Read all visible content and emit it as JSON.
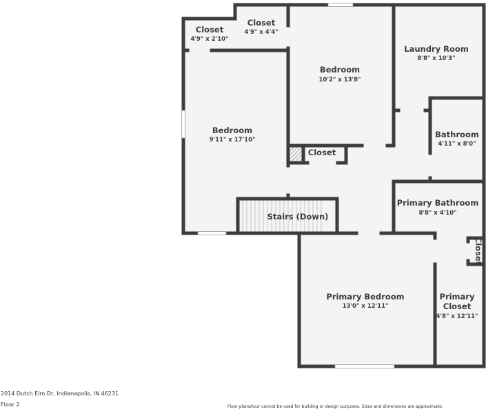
{
  "rooms": {
    "closet_a": {
      "name": "Closet",
      "dims": "4'9\" x 2'10\""
    },
    "closet_b": {
      "name": "Closet",
      "dims": "4'9\" x 4'4\""
    },
    "bedroom_top": {
      "name": "Bedroom",
      "dims": "10'2\" x 13'8\""
    },
    "laundry": {
      "name": "Laundry Room",
      "dims": "8'8\" x 10'3\""
    },
    "bedroom_left": {
      "name": "Bedroom",
      "dims": "9'11\" x 17'10\""
    },
    "bathroom": {
      "name": "Bathroom",
      "dims": "4'11\" x 8'0\""
    },
    "closet_hall": {
      "name": "Closet"
    },
    "stairs": {
      "name": "Stairs (Down)"
    },
    "primary_bathroom": {
      "name": "Primary Bathroom",
      "dims": "8'8\" x 4'10\""
    },
    "closet_small": {
      "name": "Closet"
    },
    "primary_bedroom": {
      "name": "Primary Bedroom",
      "dims": "13'0\" x 12'11\""
    },
    "primary_closet": {
      "name_line1": "Primary",
      "name_line2": "Closet",
      "dims": "4'8\" x 12'11\""
    }
  },
  "footer": {
    "address": "2014 Dutch Elm Dr, Indianapolis, IN 46231",
    "floor": "Floor 2",
    "disclaimer": "Floor plans/tour cannot be used for building or design purposes. Sizes and dimensions are approximate."
  },
  "colors": {
    "wall": "#3d3d3d",
    "floor": "#f4f4f4"
  }
}
